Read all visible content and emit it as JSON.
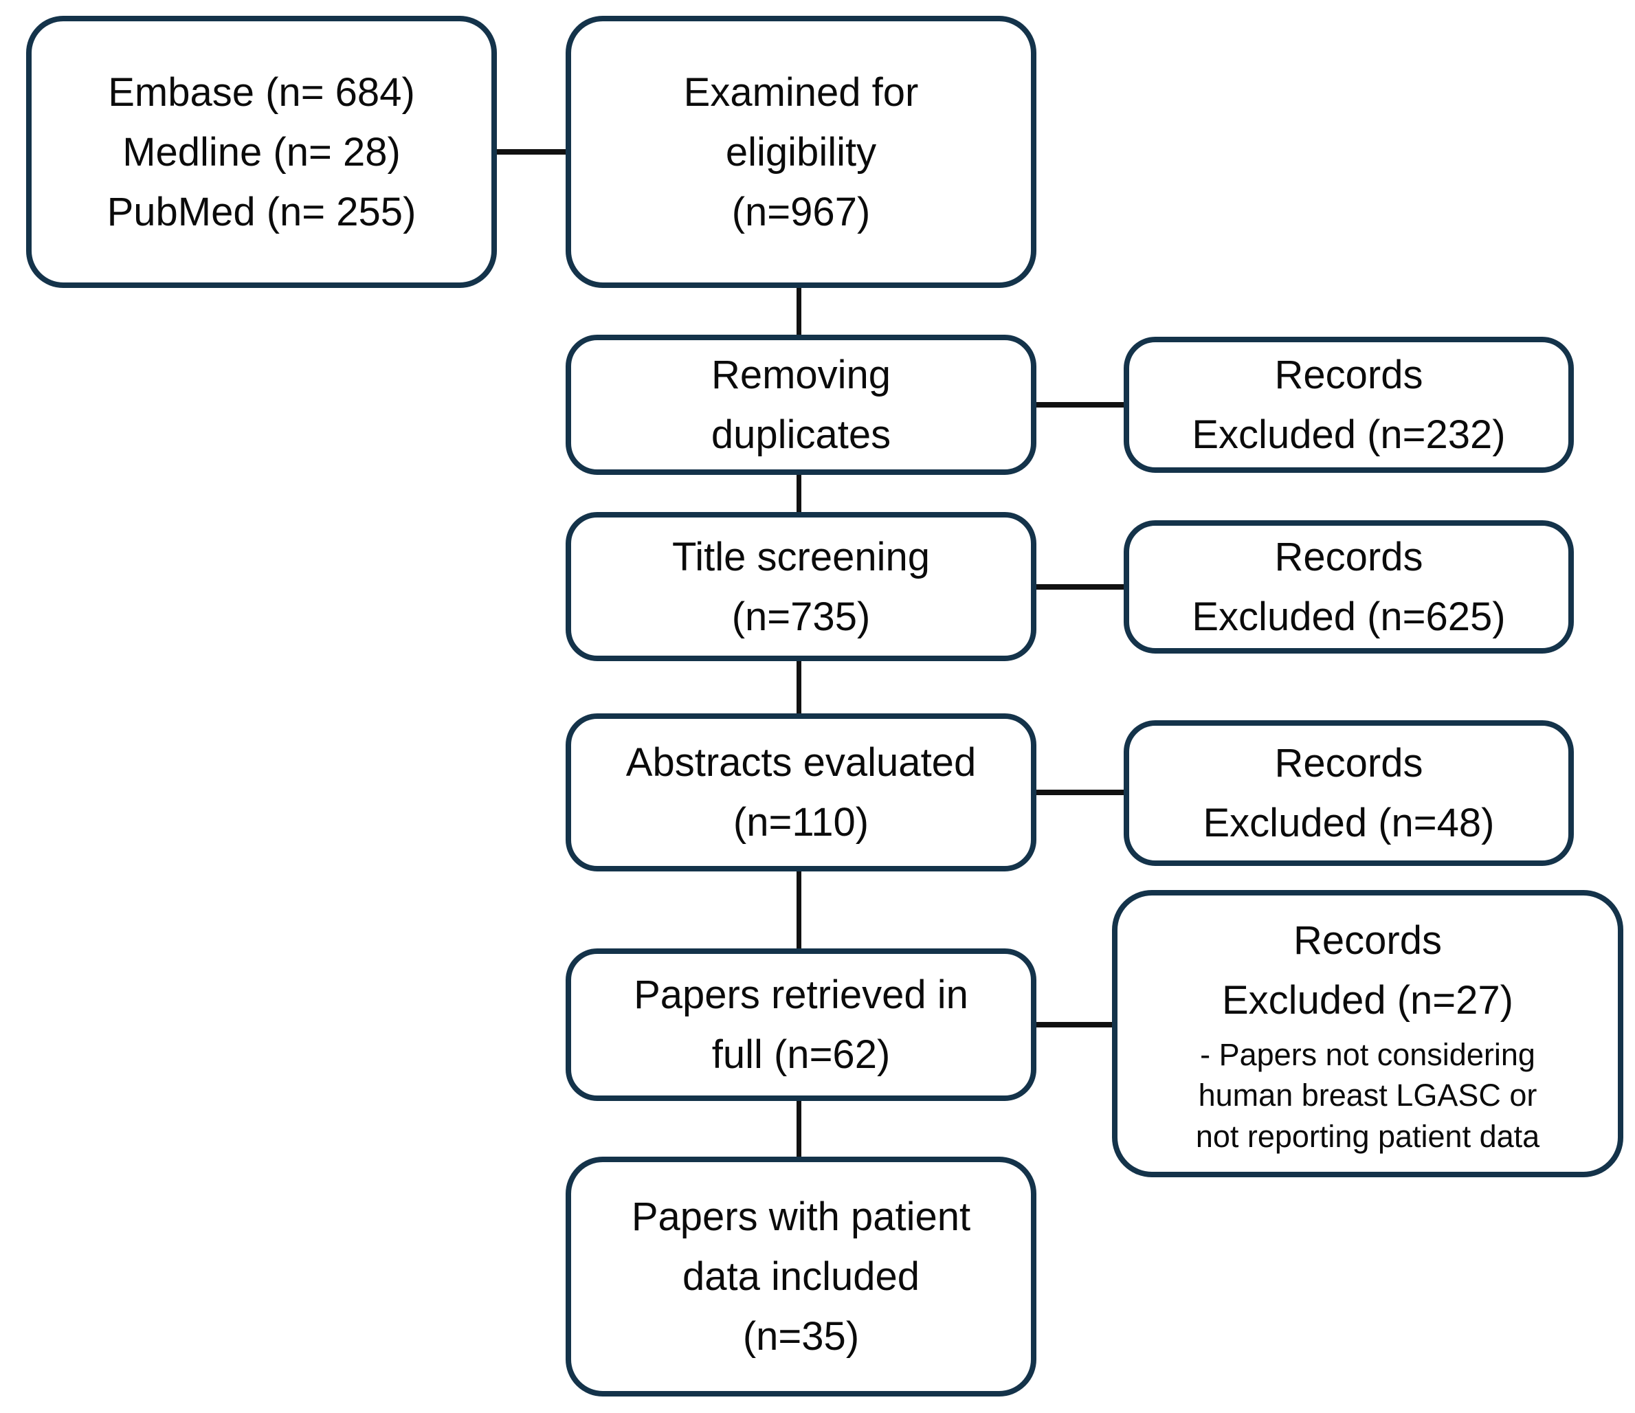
{
  "diagram": {
    "type": "flowchart",
    "description": "PRISMA-style study selection flow diagram",
    "colors": {
      "box_border": "#14334a",
      "connector": "#111111",
      "text": "#0b0b0b",
      "background": "#ffffff"
    },
    "boxes": {
      "sources": {
        "lines": [
          "Embase (n= 684)",
          "Medline (n= 28)",
          "PubMed (n= 255)"
        ],
        "counts": {
          "embase": 684,
          "medline": 28,
          "pubmed": 255
        }
      },
      "examined": {
        "lines": [
          "Examined for",
          "eligibility",
          "(n=967)"
        ],
        "n": 967
      },
      "dedup": {
        "lines": [
          "Removing",
          "duplicates"
        ]
      },
      "excluded_dedup": {
        "lines": [
          "Records",
          "Excluded (n=232)"
        ],
        "n": 232
      },
      "title_screening": {
        "lines": [
          "Title screening",
          "(n=735)"
        ],
        "n": 735
      },
      "excluded_title": {
        "lines": [
          "Records",
          "Excluded (n=625)"
        ],
        "n": 625
      },
      "abstracts": {
        "lines": [
          "Abstracts evaluated",
          "(n=110)"
        ],
        "n": 110
      },
      "excluded_abstracts": {
        "lines": [
          "Records",
          "Excluded (n=48)"
        ],
        "n": 48
      },
      "fulltext": {
        "lines": [
          "Papers retrieved in",
          "full (n=62)"
        ],
        "n": 62
      },
      "excluded_fulltext": {
        "lines": [
          "Records",
          "Excluded (n=27)"
        ],
        "n": 27,
        "detail_lines": [
          "- Papers not considering",
          "human breast LGASC or",
          "not reporting patient data"
        ]
      },
      "included": {
        "lines": [
          "Papers with patient",
          "data included",
          "(n=35)"
        ],
        "n": 35
      }
    }
  }
}
